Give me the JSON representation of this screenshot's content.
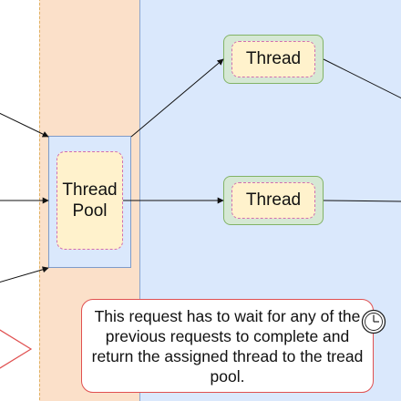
{
  "colors": {
    "server_region_fill": "#fbe0c9",
    "thread_region_fill": "#dae8fc",
    "pool_fill": "#fff2cc",
    "thread_fill": "#d5e8d4",
    "thread_border": "#82b366",
    "callout_border": "#e05050",
    "dashed_border": "#d06fb0"
  },
  "nodes": {
    "thread_pool": "Thread\nPool",
    "thread_top": "Thread",
    "thread_middle": "Thread"
  },
  "callout": {
    "text": "This request has to wait for any of the previous requests to complete and return the assigned thread to the tread pool.",
    "icon": "clock-icon"
  }
}
